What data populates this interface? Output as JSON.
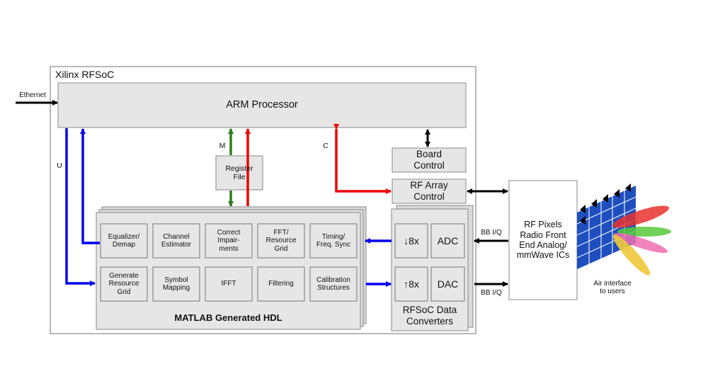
{
  "soc": {
    "title": "Xilinx RFSoC"
  },
  "ethernet": {
    "label": "Ethernet"
  },
  "arm": {
    "label": "ARM Processor"
  },
  "links": {
    "u": "U",
    "m": "M",
    "c": "C",
    "bb_iq_top": "BB I/Q",
    "bb_iq_bottom": "BB I/Q"
  },
  "register_file": {
    "label": "Register\nFile"
  },
  "board_control": {
    "label": "Board\nControl"
  },
  "rf_array_control": {
    "label": "RF Array\nControl"
  },
  "hdl": {
    "title": "MATLAB Generated HDL",
    "row1": [
      "Equalizer/\nDemap",
      "Channel\nEstimator",
      "Correct\nImpair-\nments",
      "FFT/\nResource\nGrid",
      "Timing/\nFreq. Sync"
    ],
    "row2": [
      "Generate\nResource\nGrid",
      "Symbol\nMapping",
      "IFFT",
      "Filtering",
      "Calibration\nStructures"
    ]
  },
  "converters": {
    "title": "RFSoC Data\nConverters",
    "down": "↓8x",
    "adc": "ADC",
    "up": "↑8x",
    "dac": "DAC"
  },
  "rf_pixels": {
    "label": "RF Pixels\nRadio Front\nEnd Analog/\nmmWave ICs"
  },
  "air": {
    "label": "Air interface\nto users"
  },
  "colors": {
    "blue": "#0000ee",
    "red": "#ee0000",
    "green": "#2e7d1f",
    "grid": "#1f4fbf",
    "block": "#e6e6e6"
  }
}
